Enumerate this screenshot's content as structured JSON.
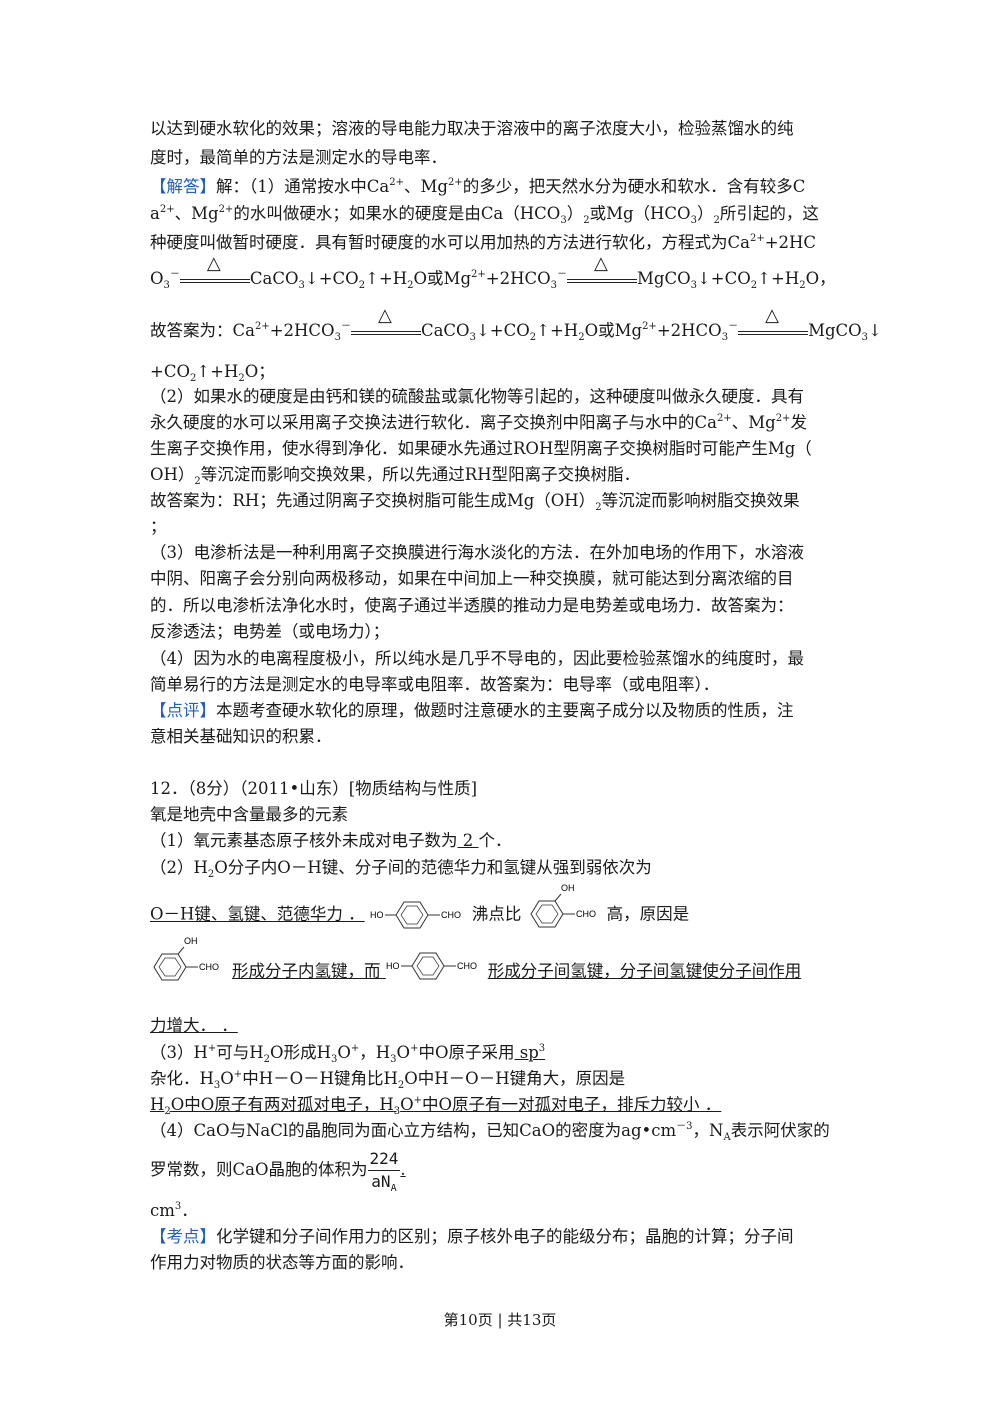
{
  "lines": {
    "l1": "以达到硬水软化的效果；溶液的导电能力取决于溶液中的离子浓度大小，检验蒸馏水的纯",
    "l2": "度时，最简单的方法是测定水的导电率．",
    "jieda_tag": "【解答】",
    "l3a": "解：（1）通常按水中Ca",
    "l3b": "、Mg",
    "l3c": "的多少，把天然水分为硬水和软水．含有较多C",
    "l4a": "a",
    "l4b": "、Mg",
    "l4c": "的水叫做硬水；如果水的硬度是由Ca（HCO",
    "l4d": "）",
    "l4e": "或Mg（HCO",
    "l4f": "）",
    "l4g": "所引起的，这",
    "l5a": "种硬度叫做暂时硬度．具有暂时硬度的水可以用加热的方法进行软化，方程式为Ca",
    "l5b": "+2HC",
    "eq1a": "O",
    "eq1b": "CaCO",
    "eq1c": "↓+CO",
    "eq1d": "↑+H",
    "eq1e": "O或Mg",
    "eq1f": "+2HCO",
    "eq1g": "MgCO",
    "eq1h": "↓+CO",
    "eq1i": "↑+H",
    "eq1j": "O，",
    "ans1a": "故答案为：Ca",
    "ans1b": "+2HCO",
    "ans1c": "CaCO",
    "ans1d": "↓+CO",
    "ans1e": "↑+H",
    "ans1f": "O或Mg",
    "ans1g": "+2HCO",
    "ans1h": "MgCO",
    "ans1i": "↓",
    "ans1j": "+CO",
    "ans1k": "↑+H",
    "ans1l": "O；",
    "p2_1": "（2）如果水的硬度是由钙和镁的硫酸盐或氯化物等引起的，这种硬度叫做永久硬度．具有",
    "p2_2a": "永久硬度的水可以采用离子交换法进行软化．离子交换剂中阳离子与水中的Ca",
    "p2_2b": "、Mg",
    "p2_2c": "发",
    "p2_3": "生离子交换作用，使水得到净化．如果硬水先通过ROH型阴离子交换树脂时可能产生Mg（",
    "p2_4a": "OH）",
    "p2_4b": "等沉淀而影响交换效果，所以先通过RH型阳离子交换树脂．",
    "p2_5a": "故答案为：RH；先通过阴离子交换树脂可能生成Mg（OH）",
    "p2_5b": "等沉淀而影响树脂交换效果",
    "p2_6": "；",
    "p3_1": "（3）电渗析法是一种利用离子交换膜进行海水淡化的方法．在外加电场的作用下，水溶液",
    "p3_2": "中阴、阳离子会分别向两极移动，如果在中间加上一种交换膜，就可能达到分离浓缩的目",
    "p3_3": "的．所以电渗析法净化水时，使离子通过半透膜的推动力是电势差或电场力．故答案为：",
    "p3_4": "反渗透法；电势差（或电场力）；",
    "p4_1": "（4）因为水的电离程度极小，所以纯水是几乎不导电的，因此要检验蒸馏水的纯度时，最",
    "p4_2": "简单易行的方法是测定水的电导率或电阻率．故答案为：电导率（或电阻率）．",
    "dianping_tag": "【点评】",
    "dp1": "本题考查硬水软化的原理，做题时注意硬水的主要离子成分以及物质的性质，注",
    "dp2": "意相关基础知识的积累．",
    "q12": "12．（8分）（2011•山东）[物质结构与性质]",
    "q12_intro": "氧是地壳中含量最多的元素",
    "q1a": "（1）氧元素基态原子核外未成对电子数为",
    "q1ans": "  2  ",
    "q1b": "个．",
    "q2a": "（2）H",
    "q2b": "O分子内O－H键、分子间的范德华力和氢键从强到弱依次为",
    "q2c": "  ",
    "q2ans": "O－H键、氢键、范德华力",
    "q2d": "   ．",
    "q2e": "沸点比",
    "q2f": "高，原因是",
    "q2g": "  ",
    "q2h": "形成分子内氢键，而",
    "q2i": "形成分子间氢键，分子间氢键使分子间作用",
    "q2j": "力增大．",
    "q2k": "   ．",
    "q3a": "（3）H",
    "q3b": "可与H",
    "q3c": "O形成H",
    "q3d": "O",
    "q3e": "，H",
    "q3f": "O",
    "q3g": "中O原子采用",
    "q3ans": "  sp",
    "q3h": "杂化．H",
    "q3i": "O",
    "q3j": "中H－O－H键角比H",
    "q3k": "O中H－O－H键角大，原因是",
    "q3l": "  ",
    "q3m": "H",
    "q3n": "O中O原子有两对孤对电子，H",
    "q3o": "O",
    "q3p": "中O原子有一对孤对电子，排斥力较小",
    "q3q": "   ．",
    "q4a": "（4）CaO与NaCl的晶胞同为面心立方结构，已知CaO的密度为ag•cm",
    "q4b": "，N",
    "q4c": "表示阿伏家的",
    "q4d": "罗常数，则CaO晶胞的体积为",
    "q4num": "224",
    "q4den": "aN",
    "q4den_sub": "A",
    "q4e": ".",
    "q4f": "cm",
    "q4g": "．",
    "kaodian_tag": "【考点】",
    "kd1": "化学键和分子间作用力的区别；原子核外电子的能级分布；晶胞的计算；分子间",
    "kd2": "作用力对物质的状态等方面的影响．"
  },
  "marks": {
    "two_plus": "2+",
    "minus": "－",
    "plus": "+",
    "sub2": "2",
    "sub3": "3",
    "sup3": "3",
    "neg3": "－3",
    "delta": "△",
    "mol_oh": "OH",
    "mol_ho": "HO",
    "mol_cho": "CHO"
  },
  "footer": "第10页 | 共13页",
  "colors": {
    "tag": "#1f5fbf",
    "text": "#1a1a1a"
  }
}
